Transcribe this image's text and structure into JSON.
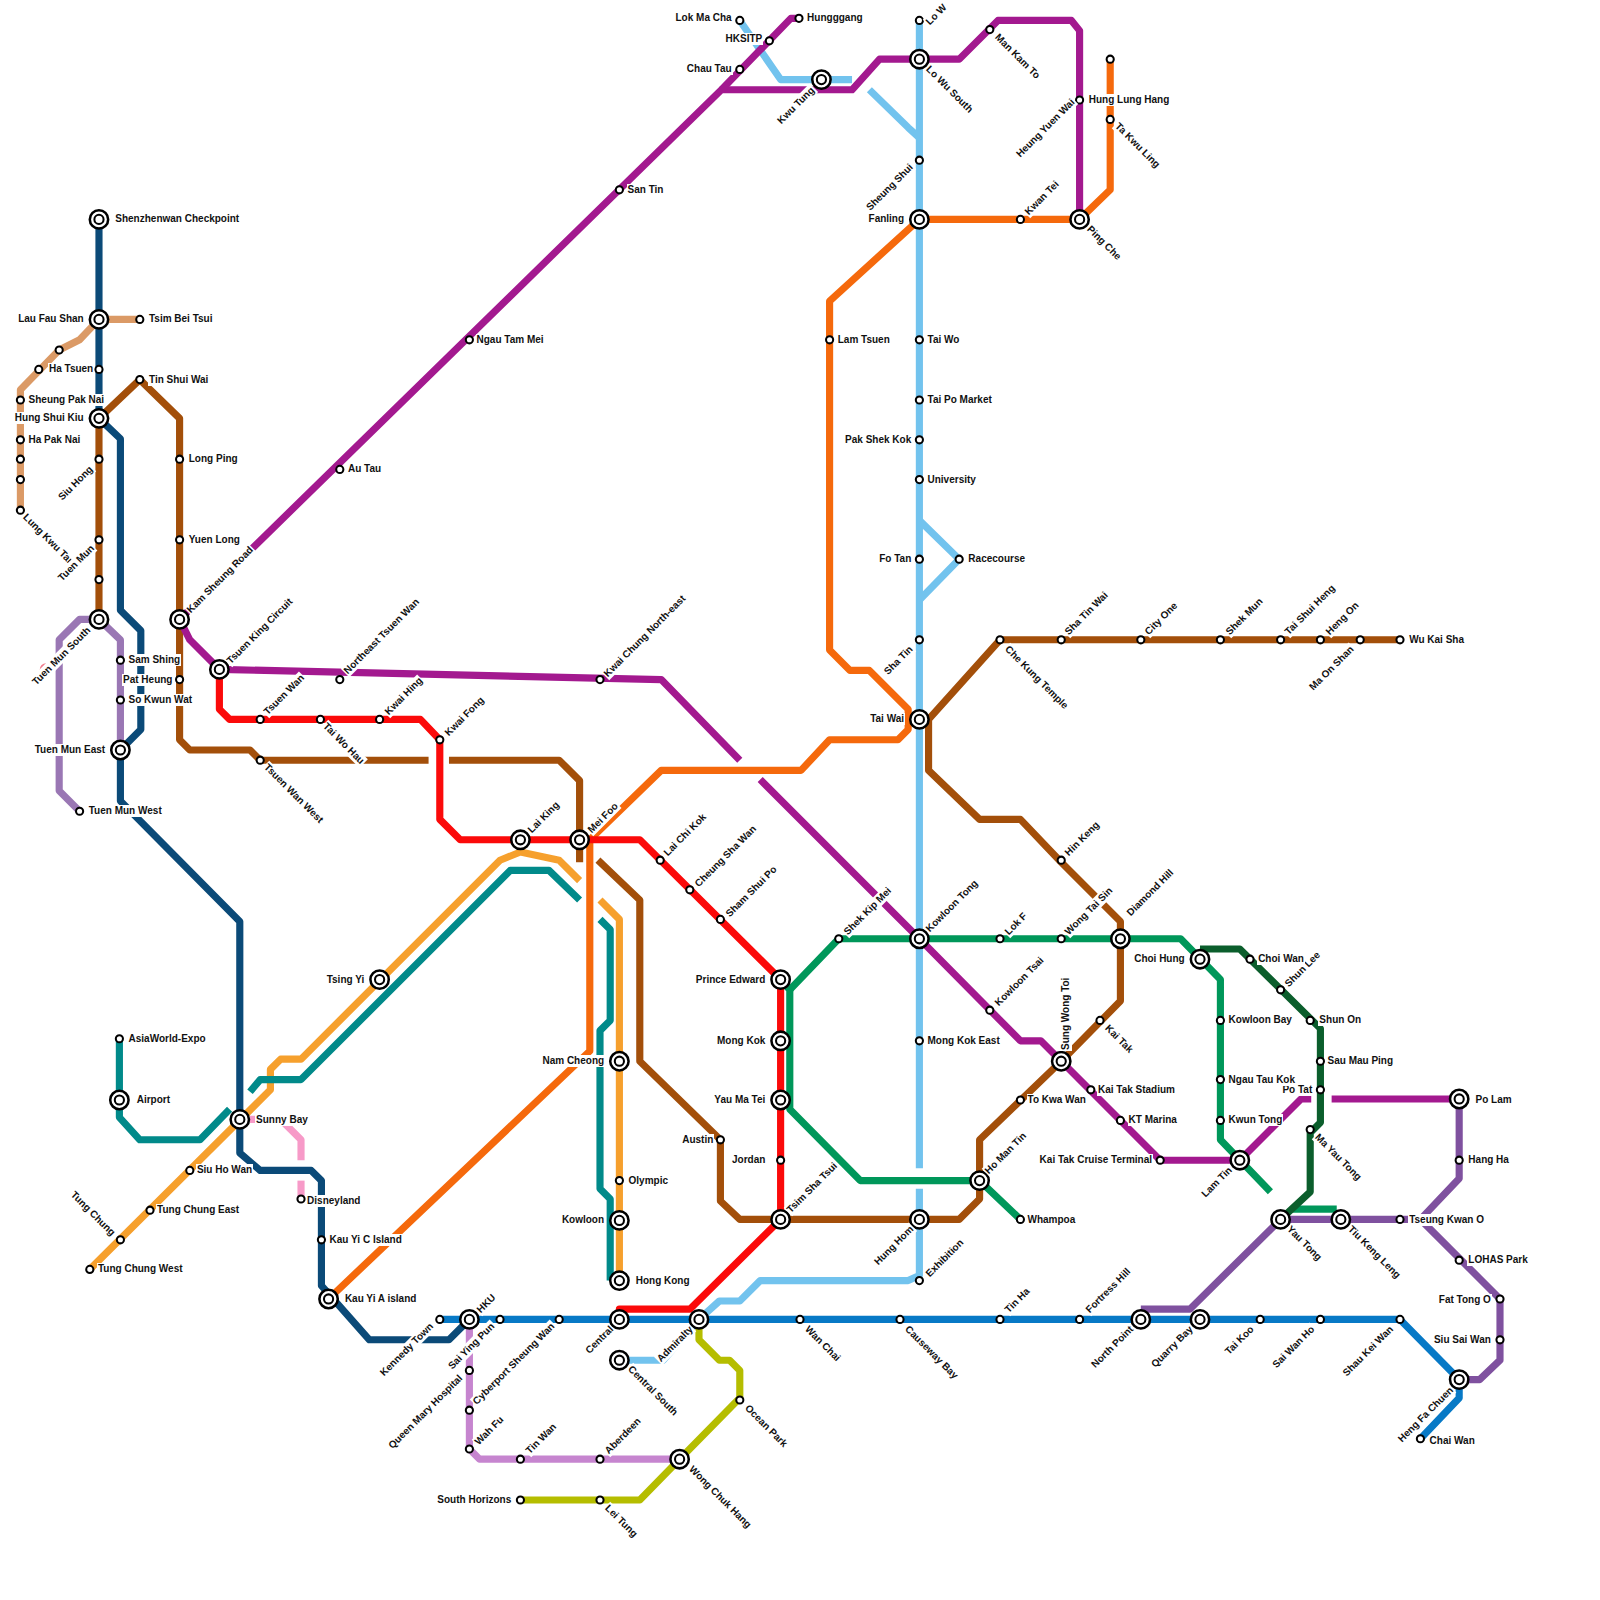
{
  "diagram": {
    "labels": [
      "Shenzhenwan Checkpoint",
      "Lau Fau Shan",
      "Tsim Bei Tsui",
      "Ha Tsuen",
      "Sheung Pak Nai",
      "Hung Shui Kiu",
      "Ha Pak Nai",
      "Tin Shui Wai",
      "Long Ping",
      "Siu Hong",
      "Lung Kwu Tan",
      "Yuen Long",
      "Tuen Mun",
      "Kam Sheung Road",
      "Tsuen King Circuit",
      "Tuen Mun South",
      "Sam Shing",
      "Pat Heung",
      "So Kwun Wat",
      "Northeast Tsuen Wan",
      "Tsuen Wan",
      "Tai Wo Hau",
      "Kwai Hing",
      "Kwai Fong",
      "Tuen Mun East",
      "Tsuen Wan West",
      "Tuen Mun West",
      "Kwai Chung North-east",
      "Lai King",
      "Mei Foo",
      "Lai Chi Kok",
      "Cheung Sha Wan",
      "Sham Shui Po",
      "Tsing Yi",
      "Prince Edward",
      "Mong Kok",
      "Yau Ma Tei",
      "Jordan",
      "Tsim Sha Tsui",
      "Nam Cheong",
      "Olympic",
      "Kowloon",
      "Hong Kong",
      "Austin",
      "AsiaWorld-Expo",
      "Airport",
      "Sunny Bay",
      "Siu Ho Wan",
      "Disneyland",
      "Tung Chung East",
      "Tung Chung",
      "Tung Chung West",
      "Kau Yi C Island",
      "Kau Yi A island",
      "Kennedy Town",
      "HKU",
      "Sai Ying Pun",
      "Cyberport Sheung Wan",
      "Queen Mary Hospital",
      "Wah Fu",
      "Tin Wan",
      "Aberdeen",
      "Wong Chuk Hang",
      "South Horizons",
      "Lei Tung",
      "Central",
      "Central South",
      "Admiralty",
      "Ocean Park",
      "Wan Chai",
      "Causeway Bay",
      "Tin Ha",
      "Fortress Hill",
      "North Point",
      "Quarry Bay",
      "Tai Koo",
      "Sai Wan Ho",
      "Shau Kei Wan",
      "Heng Fa Chuen",
      "Chai Wan",
      "Siu Sai Wan",
      "Fat Tong O",
      "LOHAS Park",
      "Tseung Kwan O",
      "Tiu Keng Leng",
      "Yau Tong",
      "Hang Ha",
      "Po Lam",
      "Po Tat",
      "Ma Yau Tong",
      "Sau Mau Ping",
      "Shun On",
      "Shun Lee",
      "Choi Wan",
      "Choi Hung",
      "Kowloon Bay",
      "Ngau Tau Kok",
      "Kwun Tong",
      "Lam Tin",
      "Kai Tak Cruise Terminal",
      "KT Marina",
      "Kai Tak Stadium",
      "Kai Tak",
      "To Kwa Wan",
      "Ho Man Tin",
      "Whampoa",
      "Hung Hom",
      "Exhibition",
      "Sung Wong Toi",
      "Kowloon Tsai",
      "Mong Kok East",
      "Lok F",
      "Wong Tai Sin",
      "Diamond Hill",
      "Kowloon Tong",
      "Shek Kip Mei",
      "Hin Keng",
      "Che Kung Temple",
      "Sha Tin Wai",
      "City One",
      "Shek Mun",
      "Tai Shui Heng",
      "Heng On",
      "Ma On Shan",
      "Wu Kai Sha",
      "Sha Tin",
      "Tai Wai",
      "Fo Tan",
      "Racecourse",
      "University",
      "Pak Shek Kok",
      "Tai Po Market",
      "Tai Wo",
      "Lam Tsuen",
      "Fanling",
      "Sheung Shui",
      "Kwan Tei",
      "Ping Che",
      "Ta Kwu Ling",
      "Hung Lung Hang",
      "Heung Yuen Wai",
      "Man Kam To",
      "Lo Wu South",
      "Lo W",
      "Kwu Tung",
      "Hungggang",
      "Lok Ma Cha",
      "HKSITP",
      "Chau Tau",
      "San Tin",
      "Ngau Tam Mei",
      "Au Tau"
    ]
  }
}
